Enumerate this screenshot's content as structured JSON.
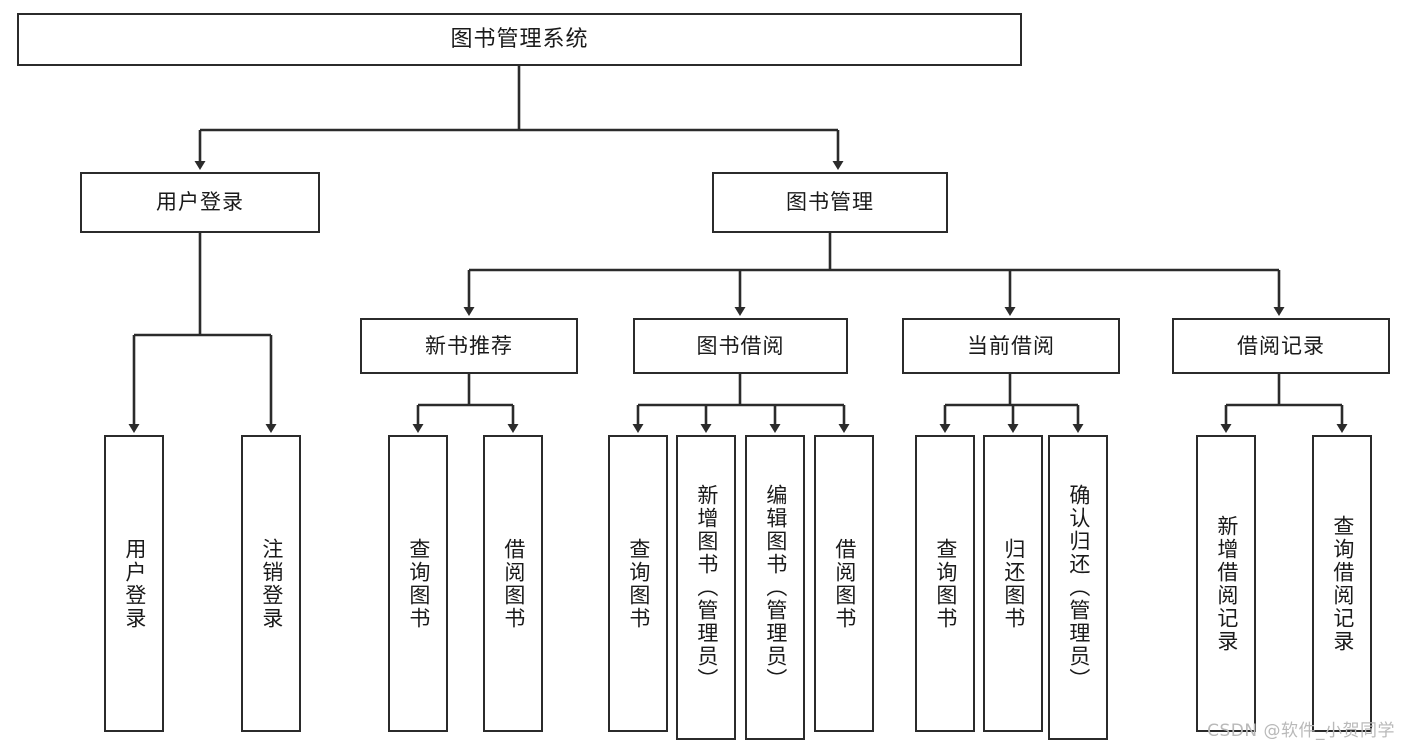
{
  "diagram": {
    "type": "tree-hierarchy-diagram",
    "title": "图书管理系统",
    "style": {
      "background": "#ffffff",
      "box_border": "#2b2b2b",
      "box_fill": "#ffffff",
      "edge_color": "#2b2b2b",
      "text_color": "#1a1a1a",
      "watermark_color": "#b9b9b9"
    },
    "root": {
      "label": "图书管理系统"
    },
    "level2": [
      {
        "label": "用户登录"
      },
      {
        "label": "图书管理"
      }
    ],
    "level3": [
      {
        "label": "新书推荐"
      },
      {
        "label": "图书借阅"
      },
      {
        "label": "当前借阅"
      },
      {
        "label": "借阅记录"
      }
    ],
    "leaves": {
      "user_login": [
        {
          "label": "用户登录"
        },
        {
          "label": "注销登录"
        }
      ],
      "new_book_recommend": [
        {
          "label": "查询图书"
        },
        {
          "label": "借阅图书"
        }
      ],
      "book_borrow": [
        {
          "label": "查询图书"
        },
        {
          "label": "新增图书（管理员）"
        },
        {
          "label": "编辑图书（管理员）"
        },
        {
          "label": "借阅图书"
        }
      ],
      "current_borrow": [
        {
          "label": "查询图书"
        },
        {
          "label": "归还图书"
        },
        {
          "label": "确认归还（管理员）"
        }
      ],
      "borrow_record": [
        {
          "label": "新增借阅记录"
        },
        {
          "label": "查询借阅记录"
        }
      ]
    }
  },
  "watermark": {
    "text": "CSDN @软件_小贺同学"
  }
}
